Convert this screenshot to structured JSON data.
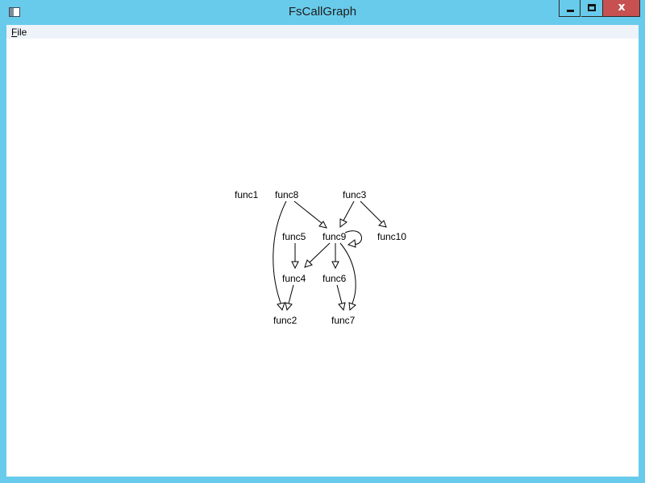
{
  "window": {
    "title": "FsCallGraph",
    "close_glyph": "x"
  },
  "menu": {
    "file_accel": "F",
    "file_rest": "ile"
  },
  "graph": {
    "nodes": {
      "func1": "func1",
      "func8": "func8",
      "func3": "func3",
      "func5": "func5",
      "func9": "func9",
      "func10": "func10",
      "func4": "func4",
      "func6": "func6",
      "func2": "func2",
      "func7": "func7"
    },
    "edges": [
      [
        "func8",
        "func9"
      ],
      [
        "func8",
        "func2"
      ],
      [
        "func3",
        "func9"
      ],
      [
        "func3",
        "func10"
      ],
      [
        "func5",
        "func4"
      ],
      [
        "func9",
        "func9"
      ],
      [
        "func9",
        "func4"
      ],
      [
        "func9",
        "func6"
      ],
      [
        "func9",
        "func7"
      ],
      [
        "func4",
        "func2"
      ],
      [
        "func6",
        "func7"
      ]
    ]
  }
}
